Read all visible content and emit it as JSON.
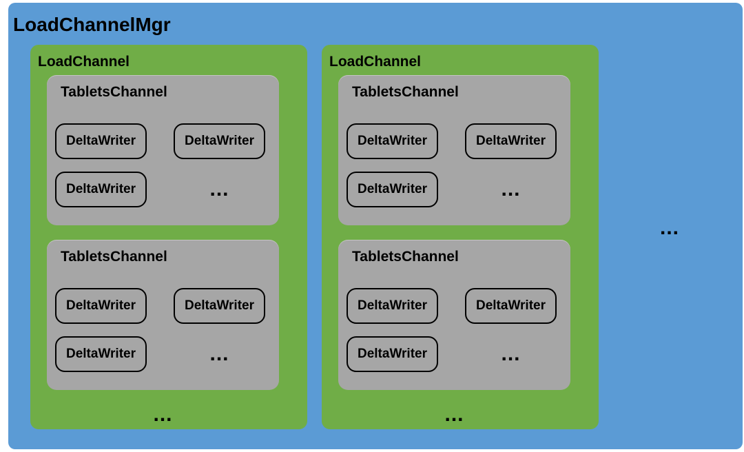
{
  "colors": {
    "manager_bg": "#5B9BD5",
    "channel_bg": "#70AD47",
    "tablets_bg": "#A6A6A6",
    "writer_border": "#000000",
    "text": "#000000"
  },
  "manager": {
    "label": "LoadChannelMgr",
    "more_indicator": "...",
    "channels": [
      {
        "label": "LoadChannel",
        "more_indicator": "...",
        "tablets_channels": [
          {
            "label": "TabletsChannel",
            "writers": [
              "DeltaWriter",
              "DeltaWriter",
              "DeltaWriter"
            ],
            "more_indicator": "..."
          },
          {
            "label": "TabletsChannel",
            "writers": [
              "DeltaWriter",
              "DeltaWriter",
              "DeltaWriter"
            ],
            "more_indicator": "..."
          }
        ]
      },
      {
        "label": "LoadChannel",
        "more_indicator": "...",
        "tablets_channels": [
          {
            "label": "TabletsChannel",
            "writers": [
              "DeltaWriter",
              "DeltaWriter",
              "DeltaWriter"
            ],
            "more_indicator": "..."
          },
          {
            "label": "TabletsChannel",
            "writers": [
              "DeltaWriter",
              "DeltaWriter",
              "DeltaWriter"
            ],
            "more_indicator": "..."
          }
        ]
      }
    ]
  }
}
